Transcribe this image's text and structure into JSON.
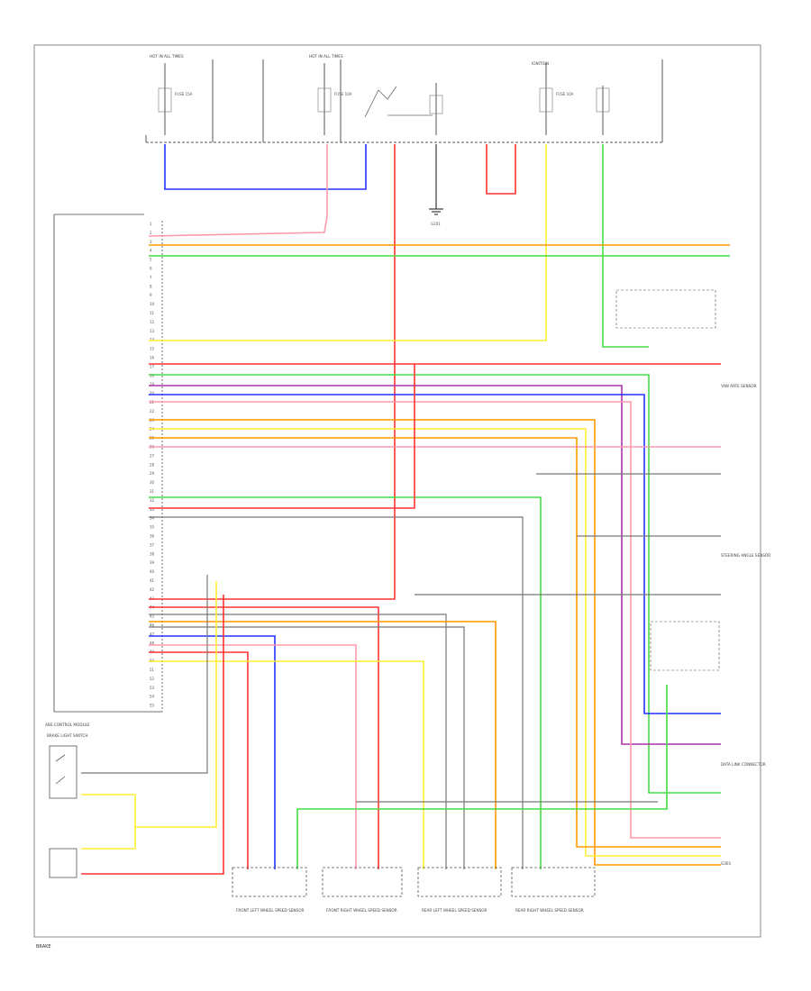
{
  "diagram_code": "BRAKE",
  "fuse_boxes": [
    {
      "label": "HOT IN ALL TIMES",
      "fuse": "FUSE 15A"
    },
    {
      "label": "HOT IN ALL TIMES",
      "fuse": "FUSE 10A"
    },
    {
      "label": "IGNITION",
      "fuse": "FUSE 10A"
    }
  ],
  "ground_labels": [
    "G201",
    "G301"
  ],
  "module_labels": {
    "abs_module": "ABS CONTROL MODULE",
    "fl_sensor": "FRONT LEFT WHEEL SPEED SENSOR",
    "fr_sensor": "FRONT RIGHT WHEEL SPEED SENSOR",
    "rl_sensor": "REAR LEFT WHEEL SPEED SENSOR",
    "rr_sensor": "REAR RIGHT WHEEL SPEED SENSOR",
    "brake_switch": "BRAKE LIGHT SWITCH",
    "yaw_sensor": "YAW RATE SENSOR",
    "steering_sensor": "STEERING ANGLE SENSOR",
    "data_link": "DATA LINK CONNECTOR"
  },
  "abs_pins": [
    "1",
    "2",
    "3",
    "4",
    "5",
    "6",
    "7",
    "8",
    "9",
    "10",
    "11",
    "12",
    "13",
    "14",
    "15",
    "16",
    "17",
    "18",
    "19",
    "20",
    "21",
    "22",
    "23",
    "24",
    "25",
    "26",
    "27",
    "28",
    "29",
    "30",
    "31",
    "32",
    "33",
    "34",
    "35",
    "36",
    "37",
    "38",
    "39",
    "40",
    "41",
    "42",
    "43",
    "44",
    "45",
    "46",
    "47",
    "48",
    "49",
    "50",
    "51",
    "52",
    "53",
    "54",
    "55"
  ],
  "wire_colors": [
    "YEL",
    "RED",
    "GRN",
    "BLU",
    "ORN",
    "VIO",
    "WHT",
    "BRN"
  ],
  "colors": {
    "red": "#ff3333",
    "pink": "#ff99aa",
    "green": "#44dd44",
    "blue": "#2233ff",
    "orange": "#ff9900",
    "yellow": "#ffee33",
    "violet": "#aa33aa",
    "gray": "#777777",
    "black": "#111111"
  }
}
